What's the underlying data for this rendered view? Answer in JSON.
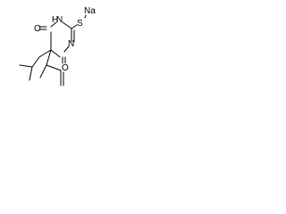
{
  "molecule": {
    "atoms": {
      "sodium": "Na",
      "sulfur": "S",
      "nh": "H",
      "n_top": "N",
      "n_right": "N",
      "o_top": "O",
      "o_bottom": "O"
    }
  }
}
